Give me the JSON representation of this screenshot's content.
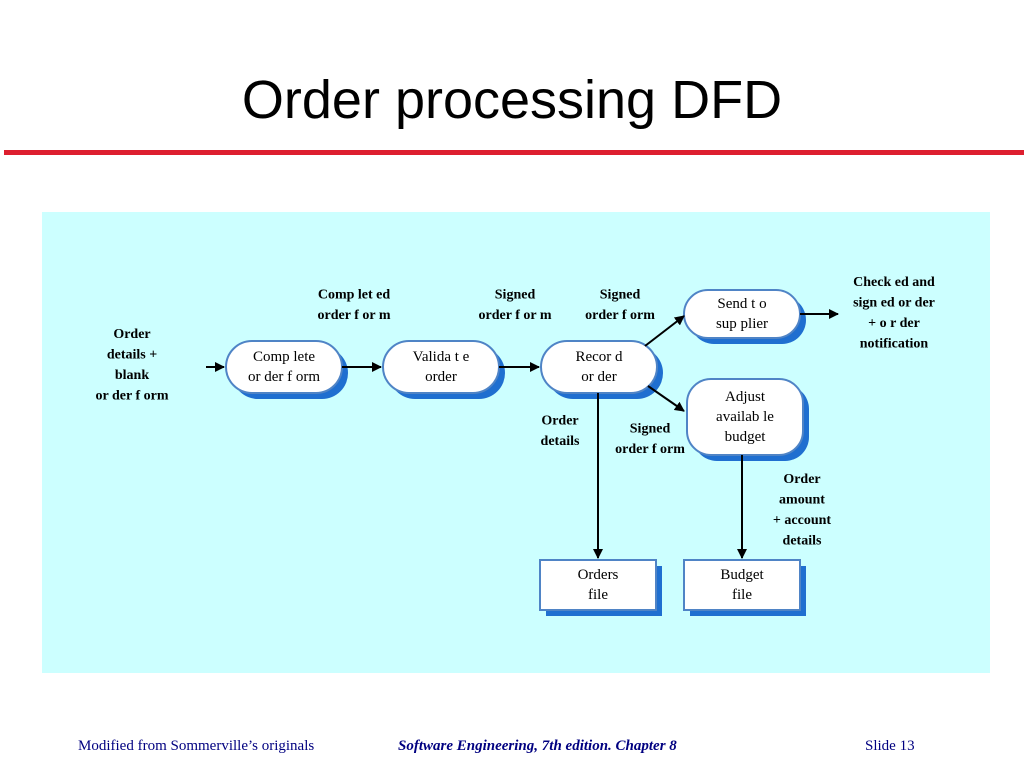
{
  "slide": {
    "title": "Order processing DFD",
    "footer": {
      "left": "Modified from Sommerville’s originals",
      "center": "Software Engineering, 7th edition. Chapter 8",
      "right": "Slide  13"
    }
  },
  "colors": {
    "title_rule": "#dd1f2f",
    "panel_background": "#ccffff",
    "process_fill": "#ffffff",
    "process_border": "#4f84c6",
    "process_shadow": "#1f6fd0",
    "footer_text": "#000080"
  },
  "diagram": {
    "processes": {
      "complete_order_form": [
        "Comp lete",
        "or der f orm"
      ],
      "validate_order": [
        "Valida t e",
        "order"
      ],
      "record_order": [
        "Recor d",
        "or der"
      ],
      "send_to_supplier": [
        "Send t o",
        "sup plier"
      ],
      "adjust_available_budget": [
        "Adjust",
        "availab le",
        "budget"
      ]
    },
    "stores": {
      "orders_file": [
        "Orders",
        "file"
      ],
      "budget_file": [
        "Budget",
        "file"
      ]
    },
    "flow_labels": {
      "order_details_blank_form": [
        "Order",
        "details +",
        "blank",
        "or der f orm"
      ],
      "completed_order_form": [
        "Comp let ed",
        "order f or m"
      ],
      "signed_order_form_1": [
        "Signed",
        "order f or m"
      ],
      "signed_order_form_2": [
        "Signed",
        "order f orm"
      ],
      "checked_and_signed": [
        "Check ed and",
        "sign ed or  der",
        "+ o r der",
        "notification"
      ],
      "order_details_store": [
        "Order",
        "details"
      ],
      "signed_order_form_3": [
        "Signed",
        "order f orm"
      ],
      "order_amount_account": [
        "Order",
        "amount",
        "+ account",
        "details"
      ]
    }
  }
}
